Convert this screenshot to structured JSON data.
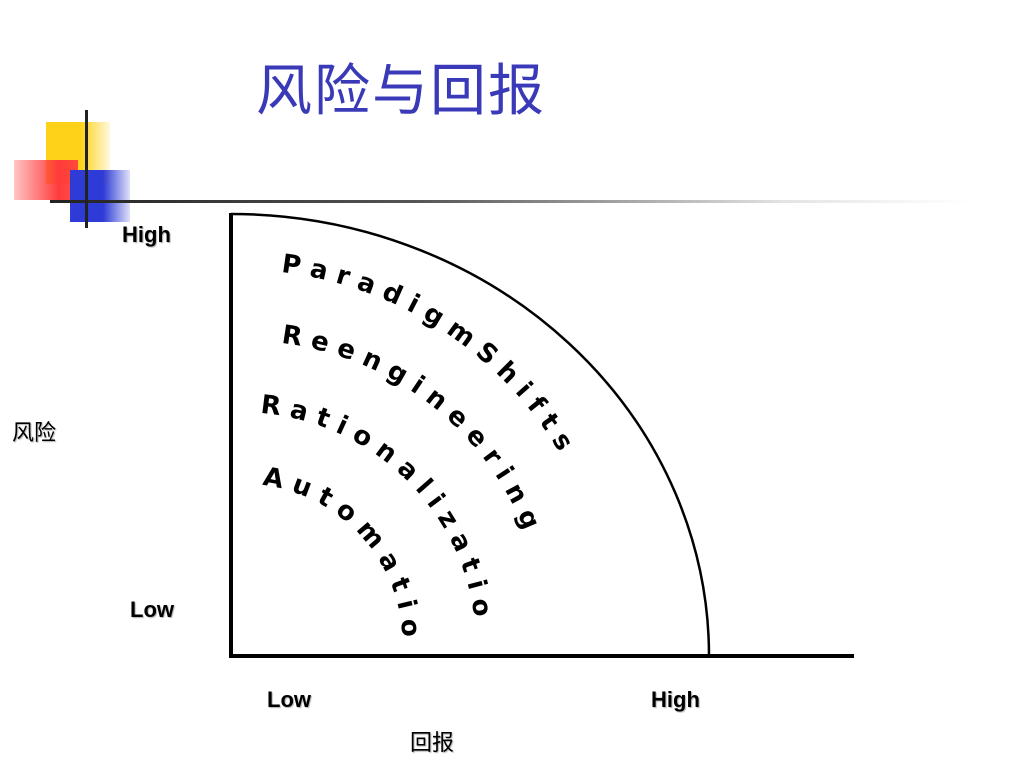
{
  "title": "风险与回报",
  "y_axis": {
    "label": "风险",
    "high": "High",
    "low": "Low"
  },
  "x_axis": {
    "label": "回报",
    "low": "Low",
    "high": "High"
  },
  "bands": [
    {
      "label": "P a r a d i g m   S h i f t s"
    },
    {
      "label": "R e e n g i n e e r i n g"
    },
    {
      "label": "R a t i o n a l i z a t i o n"
    },
    {
      "label": "A u t o m a t i o n"
    }
  ]
}
